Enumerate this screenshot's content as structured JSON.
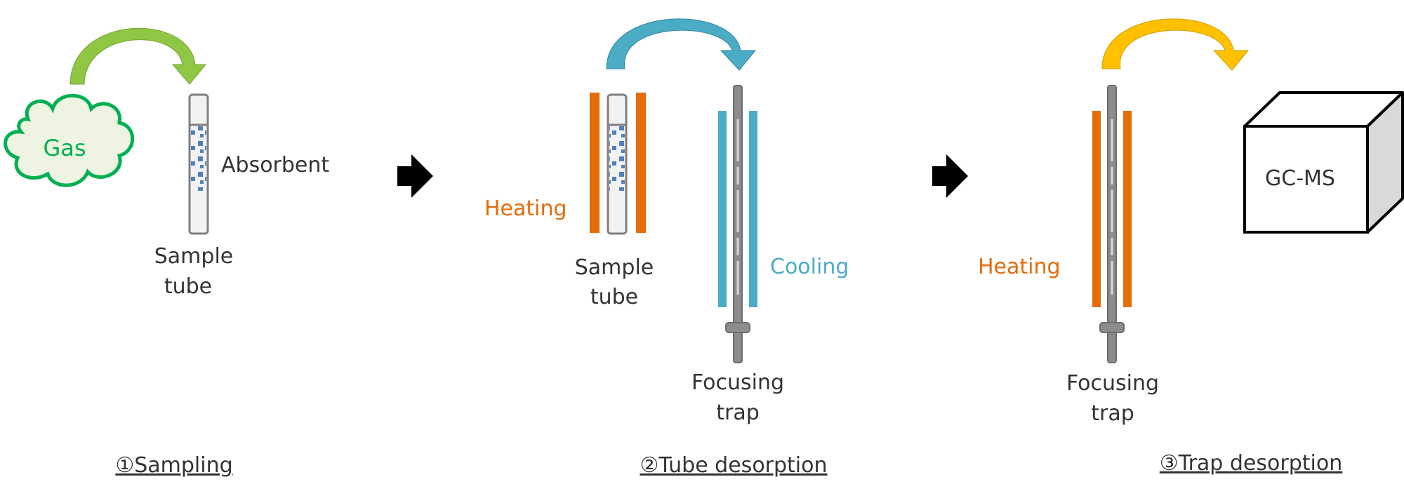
{
  "colors": {
    "gas_green": "#00b050",
    "cloud_fill": "#eef3e2",
    "arrow_green": "#8fc744",
    "arrow_blue": "#4bacc6",
    "arrow_yellow": "#ffc000",
    "heating_orange": "#e46c0a",
    "cooling_blue": "#4bacc6",
    "tube_gray": "#808080",
    "absorbent_blue": "#4f81bd",
    "text_dark": "#333333"
  },
  "step1": {
    "cloud_label": "Gas",
    "absorbent_label": "Absorbent",
    "tube_label_line1": "Sample",
    "tube_label_line2": "tube",
    "step_title": "①Sampling"
  },
  "step2": {
    "heating_label": "Heating",
    "cooling_label": "Cooling",
    "tube_label_line1": "Sample",
    "tube_label_line2": "tube",
    "trap_label_line1": "Focusing",
    "trap_label_line2": "trap",
    "step_title": "②Tube desorption"
  },
  "step3": {
    "heating_label": "Heating",
    "trap_label_line1": "Focusing",
    "trap_label_line2": "trap",
    "instrument_label": "GC-MS",
    "step_title": "③Trap desorption"
  }
}
